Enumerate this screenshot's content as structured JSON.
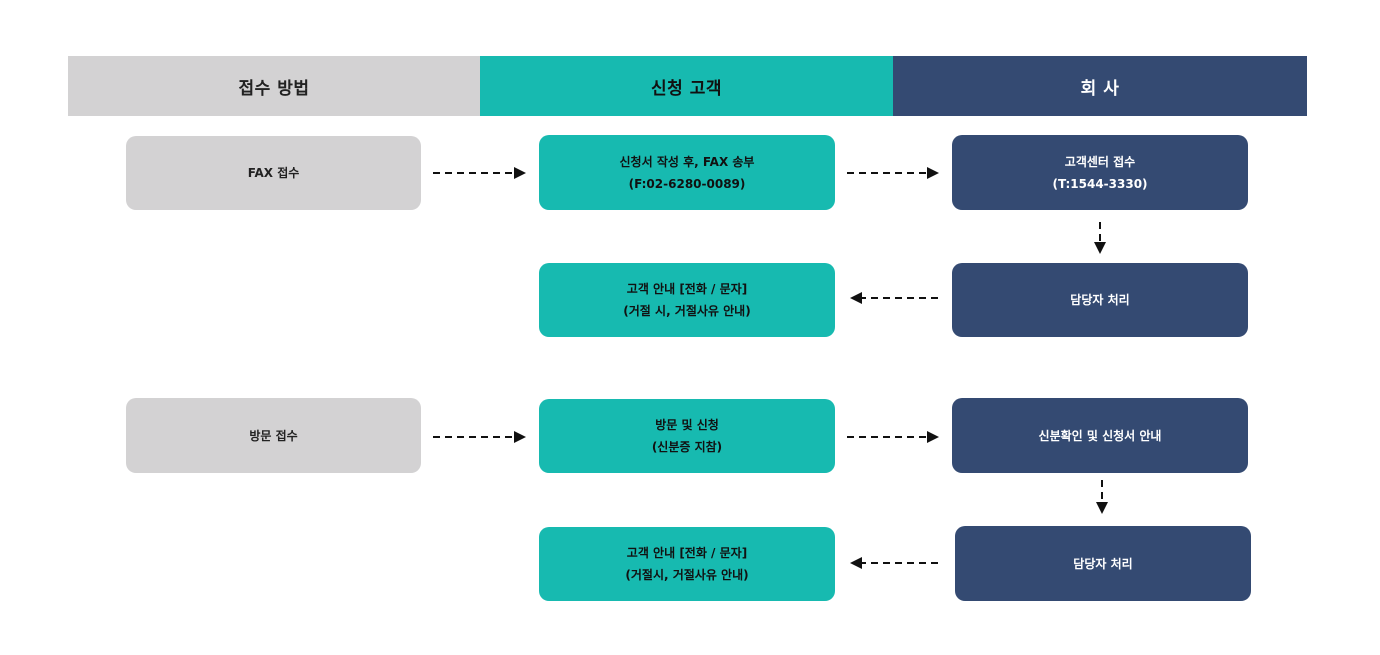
{
  "headers": {
    "method": "접수 방법",
    "customer": "신청 고객",
    "company": "회 사"
  },
  "fax": {
    "method": "FAX 접수",
    "apply_line1": "신청서 작성 후, FAX 송부",
    "apply_line2": "(F:02-6280-0089)",
    "center_line1": "고객센터 접수",
    "center_line2": "(T:1544-3330)",
    "handler": "담당자 처리",
    "notice_line1": "고객 안내 [전화 / 문자]",
    "notice_line2": "(거절 시, 거절사유 안내)"
  },
  "visit": {
    "method": "방문 접수",
    "apply_line1": "방문 및 신청",
    "apply_line2": "(신분증 지참)",
    "verify": "신분확인 및 신청서 안내",
    "handler": "담당자 처리",
    "notice_line1": "고객 안내 [전화 / 문자]",
    "notice_line2": "(거절시, 거절사유 안내)"
  },
  "colors": {
    "gray": "#d3d2d3",
    "teal": "#17bab0",
    "navy": "#344a72"
  }
}
